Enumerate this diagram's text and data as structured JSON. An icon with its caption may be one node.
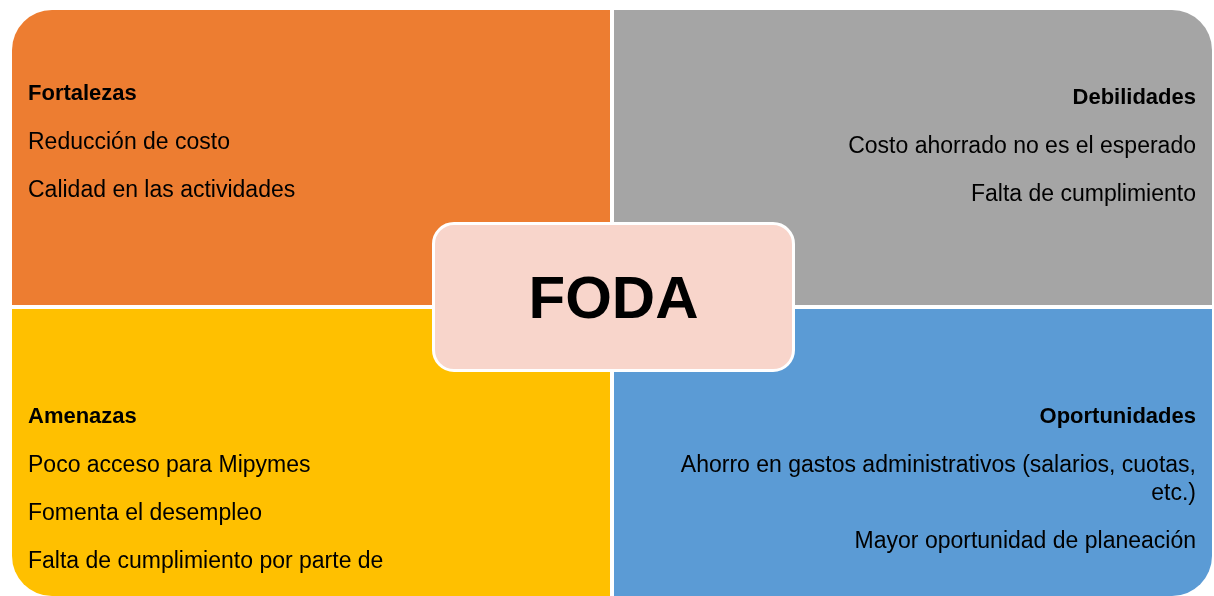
{
  "diagram": {
    "nodes": [
      {
        "text": [
          "Fortalezas",
          "Reducción de costo",
          "Calidad en las actividades"
        ]
      },
      {
        "text": [
          "Debilidades",
          "Costo ahorrado no es el esperado",
          "Falta de cumplimiento"
        ]
      },
      {
        "text": [
          "Amenazas",
          "Poco acceso para Mipymes",
          "Fomenta el desempleo",
          "Falta de cumplimiento por parte de"
        ]
      },
      {
        "text": [
          "Oportunidades",
          "Ahorro en gastos administrativos (salarios, cuotas, etc.)",
          "Mayor oportunidad de planeación"
        ]
      },
      {
        "text": [
          "FODA"
        ]
      }
    ]
  }
}
